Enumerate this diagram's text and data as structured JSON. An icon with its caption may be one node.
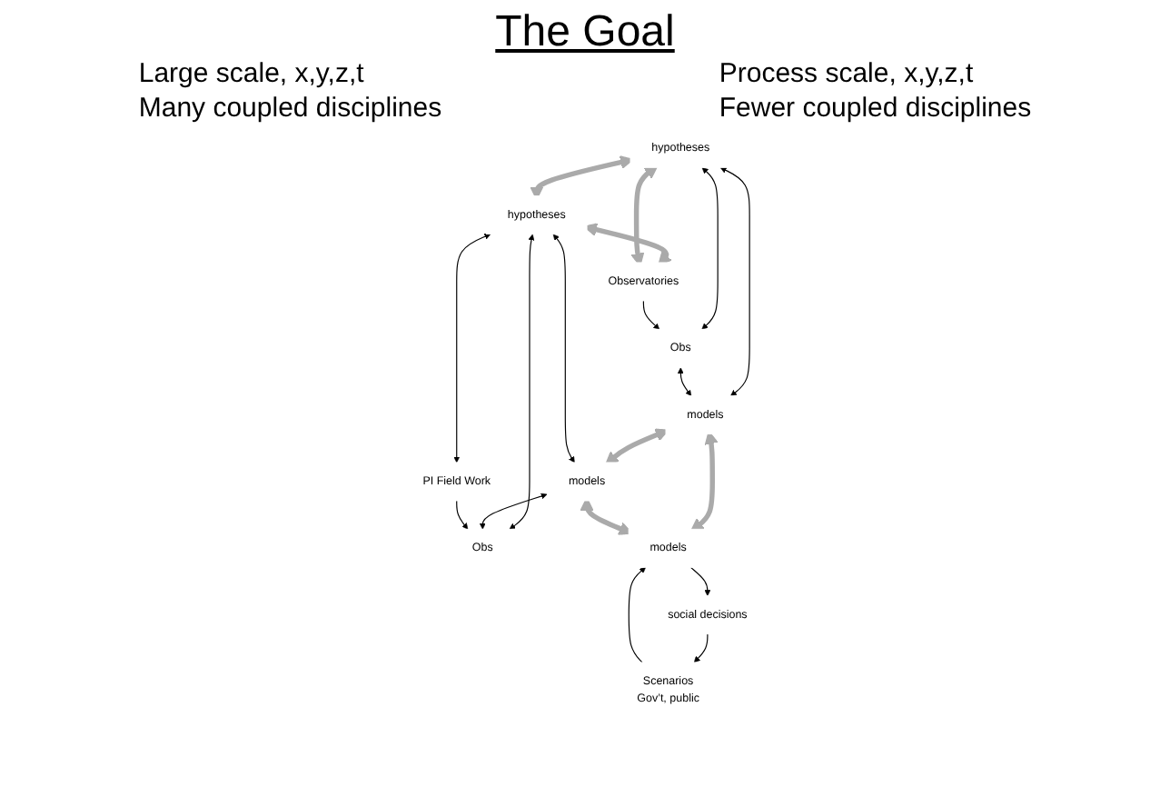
{
  "diagram": {
    "title": "The Goal",
    "nodes": [
      {
        "text": [
          "hypotheses"
        ]
      },
      {
        "text": [
          "hypotheses"
        ]
      },
      {
        "text": [
          "Obs"
        ]
      },
      {
        "text": [
          "models"
        ]
      },
      {
        "text": [
          "models"
        ]
      },
      {
        "text": [
          "Obs"
        ]
      },
      {
        "text": [
          "models"
        ]
      },
      {
        "text": [
          "Observatories"
        ]
      },
      {
        "text": [
          "PI Field Work"
        ]
      },
      {
        "text": [
          "Scenarios",
          "Gov’t, public"
        ]
      },
      {
        "text": [
          "social decisions"
        ]
      }
    ],
    "edges": [
      {
        "from": 0,
        "to": 1,
        "arrow": "both",
        "style": "thick",
        "color": "#aaaaaa"
      },
      {
        "from": 0,
        "to": 2,
        "arrow": "both"
      },
      {
        "from": 0,
        "to": 3,
        "arrow": "both"
      },
      {
        "from": 2,
        "to": 3,
        "arrow": "both"
      },
      {
        "from": 3,
        "to": 4,
        "arrow": "both",
        "style": "thick",
        "color": "#aaaaaa"
      },
      {
        "from": 3,
        "to": 6,
        "arrow": "both",
        "style": "thick",
        "color": "#aaaaaa"
      },
      {
        "from": 4,
        "to": 6,
        "arrow": "both",
        "style": "thick",
        "color": "#aaaaaa"
      },
      {
        "from": 1,
        "to": 4,
        "arrow": "both"
      },
      {
        "from": 1,
        "to": 5,
        "arrow": "both"
      },
      {
        "from": 4,
        "to": 5,
        "arrow": "both"
      },
      {
        "from": 7,
        "to": 2,
        "arrow": "to"
      },
      {
        "from": 8,
        "to": 5,
        "arrow": "to"
      },
      {
        "from": 1,
        "to": 8,
        "arrow": "both"
      },
      {
        "from": 1,
        "to": 7,
        "arrow": "both",
        "style": "thick",
        "color": "#aaaaaa"
      },
      {
        "from": 0,
        "to": 7,
        "arrow": "both",
        "style": "thick",
        "color": "#aaaaaa"
      },
      {
        "from": 9,
        "to": 6,
        "arrow": "to"
      },
      {
        "from": 6,
        "to": 10,
        "arrow": "to"
      },
      {
        "from": 10,
        "to": 9,
        "arrow": "to"
      }
    ],
    "labels": [
      "Large scale, x,y,z,t",
      "Many coupled disciplines",
      "Process scale, x,y,z,t",
      "Fewer coupled disciplines"
    ]
  }
}
